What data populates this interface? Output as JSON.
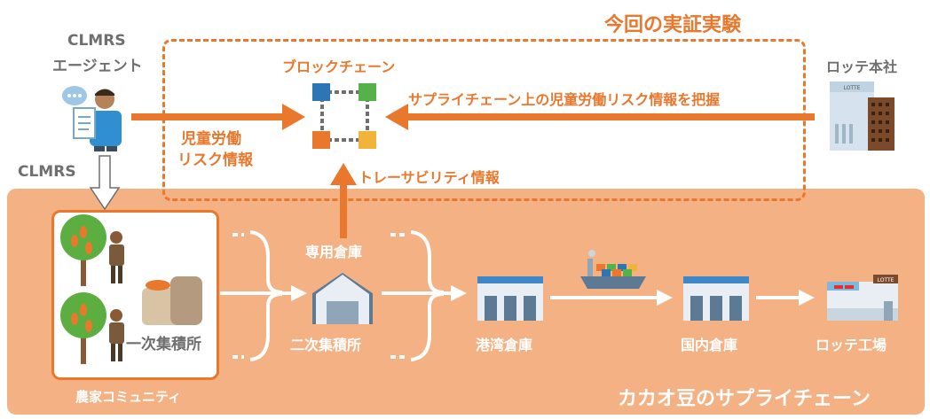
{
  "title": "今回の実証実験",
  "clmrs_agent": {
    "line1": "CLMRS",
    "line2": "エージェント"
  },
  "clmrs_label": "CLMRS",
  "blockchain_label": "ブロックチェーン",
  "lotte_hq_label": "ロッテ本社",
  "info_arrow_label": "サプライチェーン上の児童労働リスク情報を把握",
  "child_labor": {
    "line1": "児童労働",
    "line2": "リスク情報"
  },
  "traceability_label": "トレーサビリティ情報",
  "dedicated_warehouse_label": "専用倉庫",
  "stages": {
    "primary": "一次集積所",
    "secondary": "二次集積所",
    "port": "港湾倉庫",
    "domestic": "国内倉庫",
    "factory": "ロッテ工場"
  },
  "farmer_community": "農家コミュニティ",
  "supply_chain_title": "カカオ豆のサプライチェーン",
  "building_sign": "LOTTE",
  "factory_sign": "LOTTE",
  "colors": {
    "accent": "#E9772C",
    "band": "#F4B183",
    "text_gray": "#6f6f6f"
  }
}
